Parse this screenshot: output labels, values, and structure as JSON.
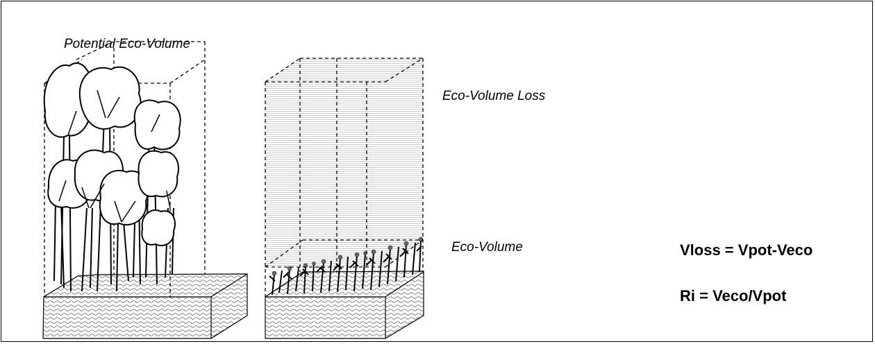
{
  "labels": {
    "potential": "Potential Eco-Volume",
    "loss": "Eco-Volume Loss",
    "eco": "Eco-Volume"
  },
  "equations": {
    "vloss": "Vloss = Vpot-Veco",
    "ri": "Ri = Veco/Vpot"
  },
  "colors": {
    "line": "#000000",
    "hatch": "#bdbdbd",
    "background": "#ffffff"
  }
}
